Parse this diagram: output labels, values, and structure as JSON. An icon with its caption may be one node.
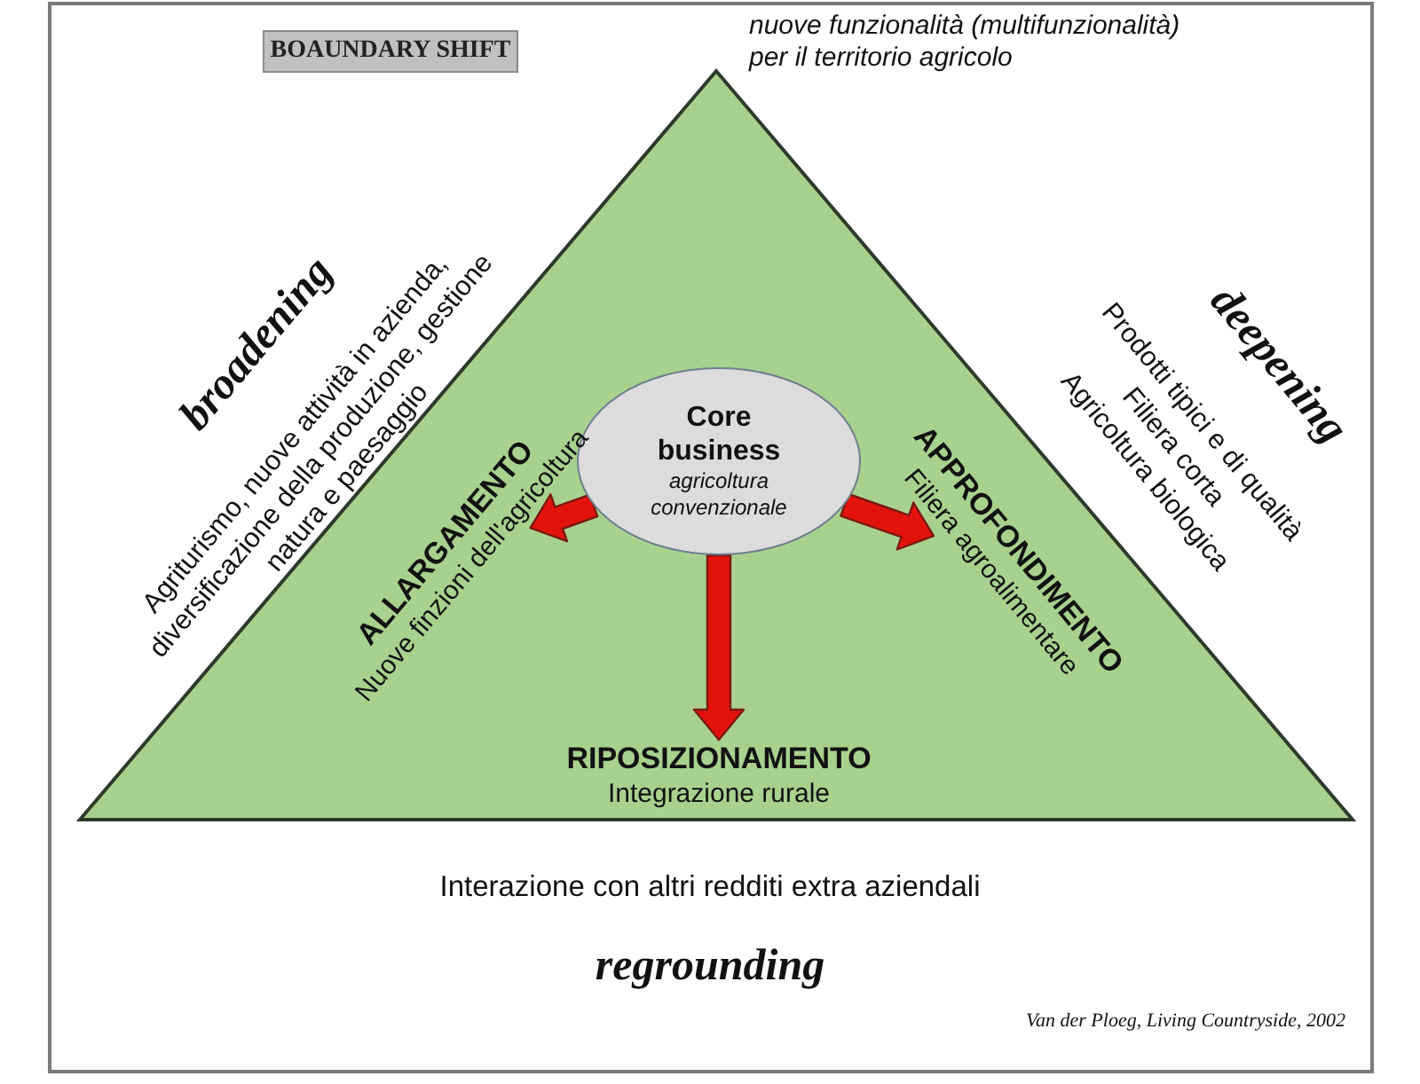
{
  "diagram": {
    "nodes": [
      {
        "text": [
          "BOAUNDARY SHIFT"
        ]
      },
      {
        "text": [],
        "shape": "triangle"
      },
      {
        "text": [
          "Core business",
          "agricoltura convenzionale"
        ],
        "in": 1
      },
      {
        "text": [
          "ALLARGAMENTO",
          "Nuove finzioni dell'agricoltura"
        ],
        "in": 1
      },
      {
        "text": [
          "APPROFONDIMENTO",
          "Filiera agroalimentare"
        ],
        "in": 1
      },
      {
        "text": [
          "RIPOSIZIONAMENTO",
          "Integrazione rurale"
        ],
        "in": 1
      }
    ],
    "edges": [
      {
        "from": 2,
        "to": 3,
        "arrow": "to",
        "style": "thick",
        "color": "#e3120b"
      },
      {
        "from": 2,
        "to": 4,
        "arrow": "to",
        "style": "thick",
        "color": "#e3120b"
      },
      {
        "from": 2,
        "to": 5,
        "arrow": "to",
        "style": "thick",
        "color": "#e3120b"
      }
    ],
    "labels": [
      "nuove funzionalità (multifunzionalità) per il territorio agricolo",
      "broadening",
      "Agriturismo, nuove attività in azienda, diversificazione della produzione, gestione natura e paesaggio",
      "deepening",
      "Prodotti tipici e di qualità",
      "Filiera corta",
      "Agricoltura biologica",
      "Interazione con altri redditi extra aziendali",
      "regrounding",
      "Van der Ploeg, Living Countryside, 2002"
    ]
  }
}
